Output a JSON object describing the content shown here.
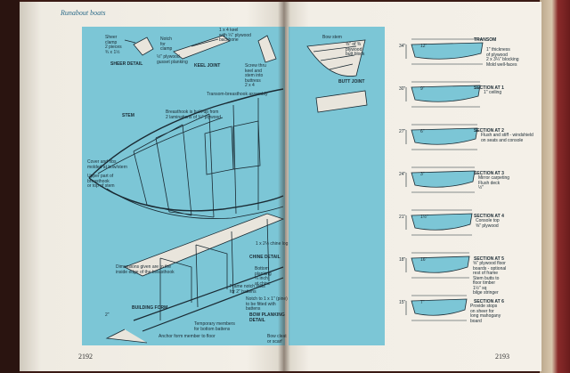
{
  "header": {
    "running_head": "Runabout boats"
  },
  "folios": {
    "left": "2192",
    "right": "2193"
  },
  "left_labels": {
    "sheer_detail": "SHEER DETAIL",
    "keel_joint": "KEEL JOINT",
    "stem": "STEM",
    "building_form": "BUILDING FORM",
    "chine_detail": "CHINE DETAIL",
    "bow_planking": "BOW PLANKING\nDETAIL",
    "sheer_clamp": "Sheer\nclamp\n2 pieces\n¾ x 1½",
    "notch": "Notch\nfor\nclamp",
    "plywood_gusset": "½\" plywood\ngusset planking",
    "keel_pieces": "1 x 4 keel\nwith ¼\" plywood\nbackbone",
    "stem_note": "Screw thru\nkeel and\nstem into\nbuttress\n2 x 4",
    "transom_assembly": "Transom-breasthook assembly",
    "breasthook": "Breasthook is built-up from\n2 laminations of ¾\" plywood",
    "cover_deck": "Cover and ribs\nmolded at bow/stern",
    "upper_breasthook": "Upper part of\nbreasthook\nor top of stem",
    "dimensions_given": "Dimensions given are to the\ninside edge of the breasthook",
    "frame_slots": "Frame notch slots\nfor 2\" battens",
    "notch_chine": "Notch to 1 x 1\" (pine)\nto be fitted with\nbattens",
    "bottom_planking": "Bottom\nplanking\n¼ inch\nat chine",
    "bow_cleats": "Bow cleat\nor scarf",
    "temp_members": "Temporary members\nfor bottom battens",
    "anchor_form": "Anchor form member to floor",
    "chine_note": "1 x 2½ chine log",
    "two_ft": "2\""
  },
  "right_labels": {
    "bow_stem": "Bow stem",
    "butt_joint": "BUTT JOINT",
    "butt_note": "⅜\" of ⅜\nplywood\nbutt block"
  },
  "sections": [
    {
      "title": "TRANSOM",
      "notes": "1\" thickness\nof plywood\n2 x 3¼\" blocking\nMold well-faces"
    },
    {
      "title": "SECTION AT 1",
      "notes": "1\" ceiling"
    },
    {
      "title": "SECTION AT 2",
      "notes": "Flush and stiff - windshield\non seats and console"
    },
    {
      "title": "SECTION AT 3",
      "notes": "Mirror carpeting\nFlush deck\n½\""
    },
    {
      "title": "SECTION AT 4",
      "notes": "Console top\n⅝\" plywood"
    },
    {
      "title": "SECTION AT 5",
      "notes": "⅝\" plywood floor\nboards - optional\nrest of frame\nStem butts to\nfloor timber\n1½\" sq\nbilge stringer"
    },
    {
      "title": "SECTION AT 6",
      "notes": "Provide stops\non sheer for\nlong mahogany\nboard"
    }
  ],
  "dim_labels": [
    "34\"",
    "30\"",
    "27\"",
    "24\"",
    "21\"",
    "18\"",
    "15\"",
    "12\"",
    "9\"",
    "6\"",
    "3\"",
    "1½\"",
    "16\"",
    "7\""
  ],
  "colors": {
    "page": "#f2eee6",
    "panel": "#7cc6d6",
    "ink": "#1a2a33",
    "cover": "#8a2a2a"
  }
}
